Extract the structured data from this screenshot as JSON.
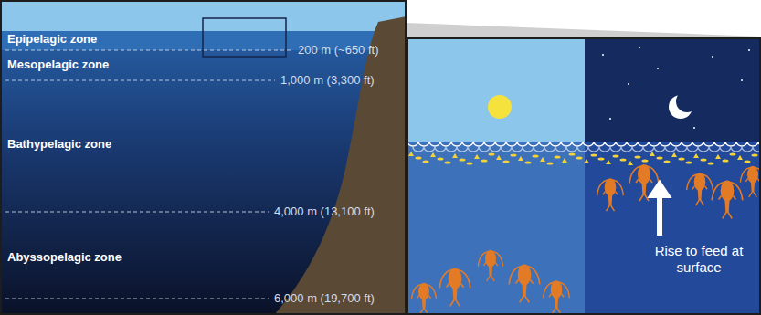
{
  "diagram": {
    "nodes": [
      {
        "text": [
          "Epipelagic zone"
        ]
      },
      {
        "text": [
          "Mesopelagic zone"
        ]
      },
      {
        "text": [
          "Bathypelagic zone"
        ]
      },
      {
        "text": [
          "Abyssopelagic zone"
        ]
      }
    ],
    "labels": [
      "200 m (~650 ft)",
      "1,000 m (3,300 ft)",
      "4,000 m (13,100 ft)",
      "6,000 m (19,700 ft)",
      "Rise to feed at surface"
    ]
  }
}
